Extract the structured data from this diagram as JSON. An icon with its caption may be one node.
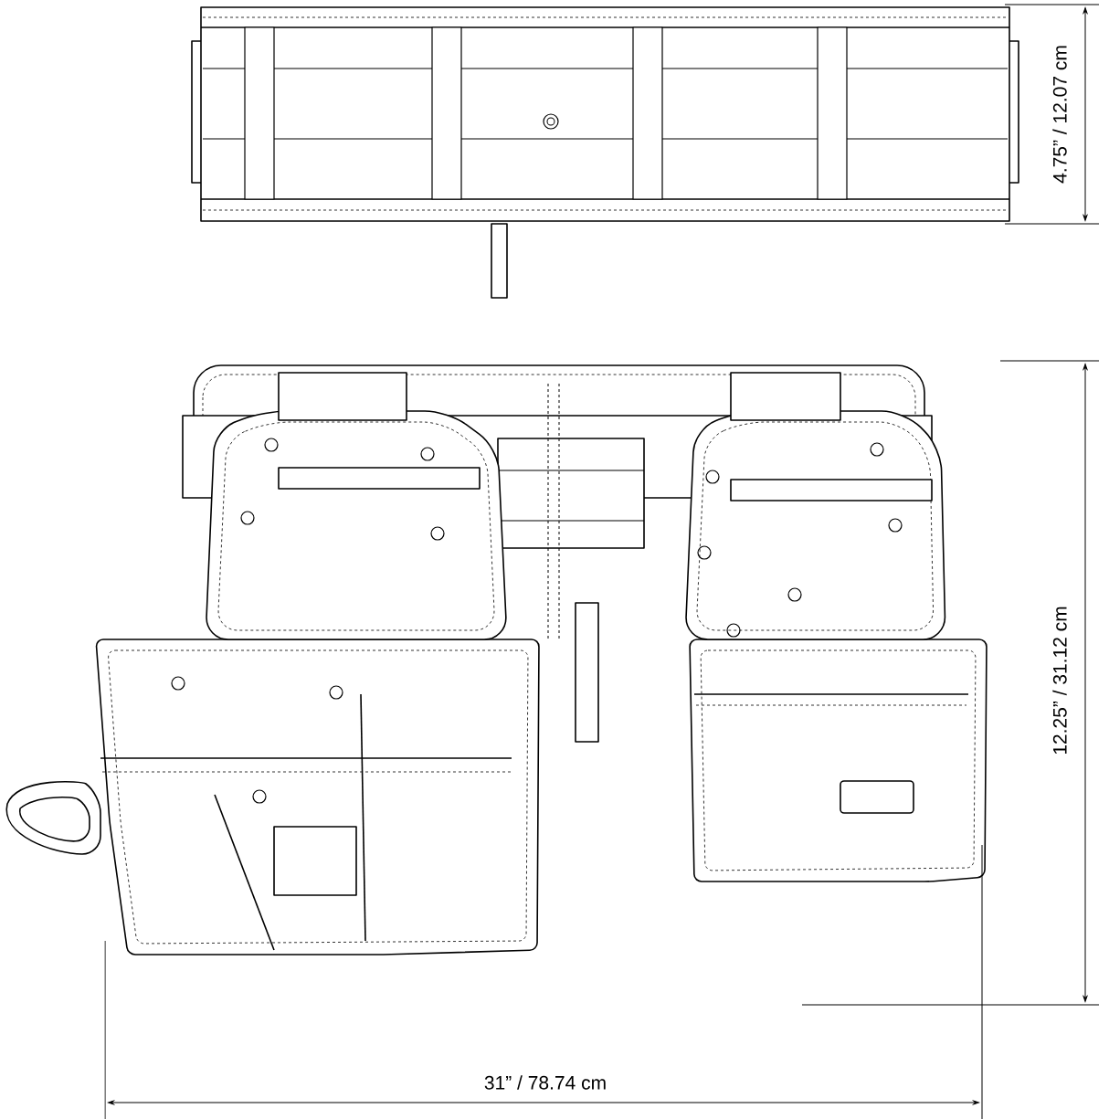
{
  "diagram": {
    "labels": [
      "4.75” / 12.07 cm",
      "12.25” / 31.12 cm",
      "31” / 78.74 cm"
    ]
  }
}
